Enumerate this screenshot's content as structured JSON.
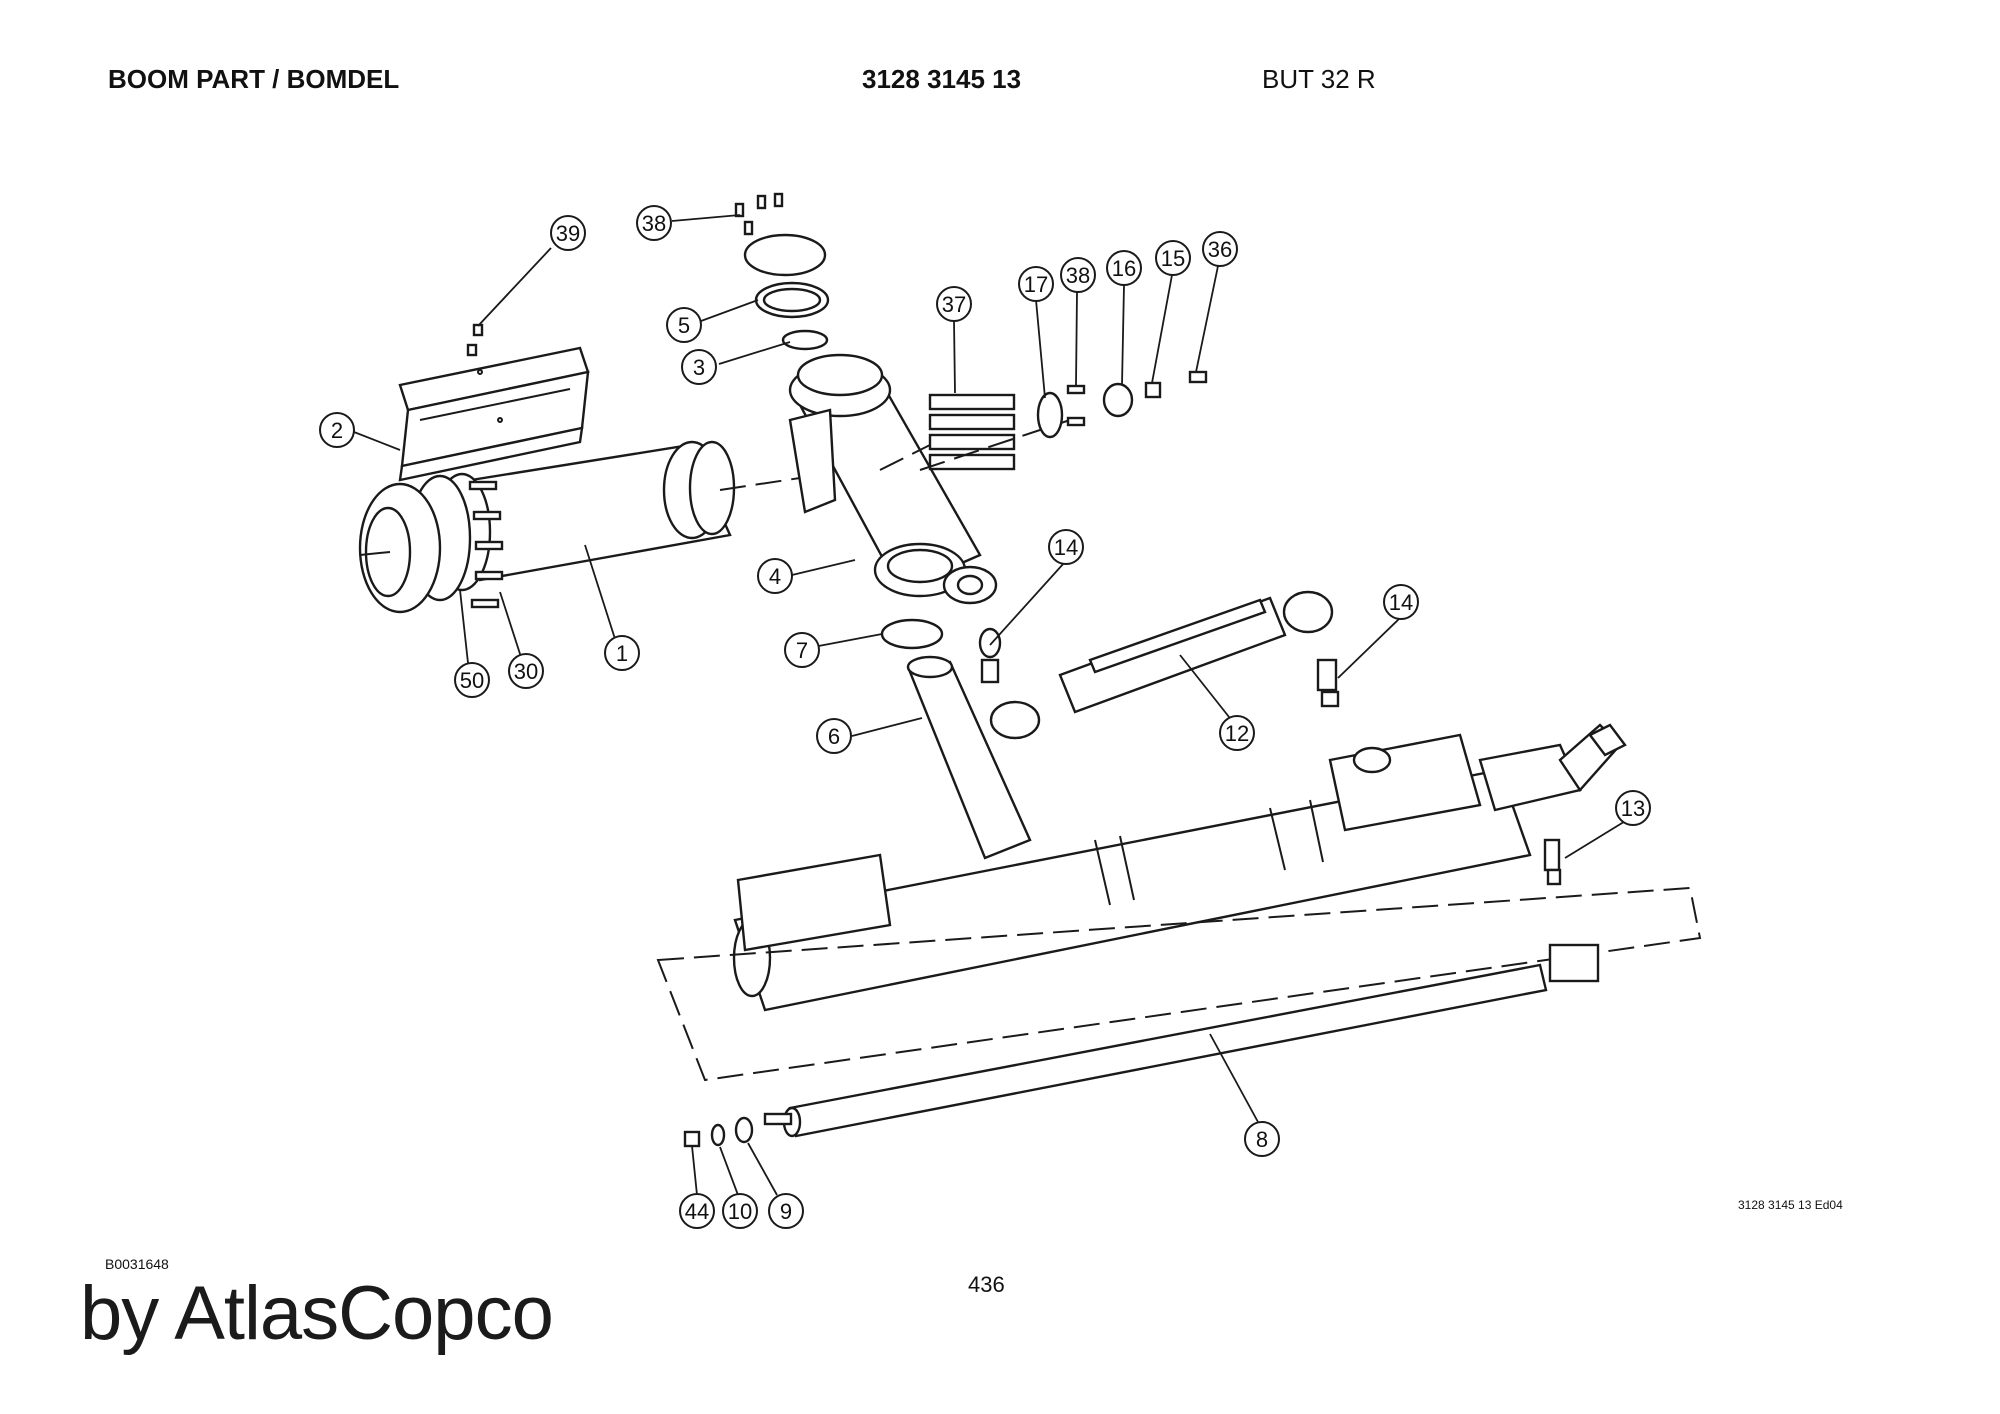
{
  "header": {
    "title": "BOOM PART / BOMDEL",
    "part_number": "3128 3145 13",
    "model": "BUT 32 R"
  },
  "drawing": {
    "edition_ref": "3128 3145 13 Ed04",
    "callouts": [
      "39",
      "38",
      "5",
      "3",
      "2",
      "37",
      "17",
      "38",
      "16",
      "15",
      "36",
      "4",
      "14",
      "14",
      "7",
      "6",
      "12",
      "50",
      "30",
      "1",
      "13",
      "8",
      "44",
      "10",
      "9"
    ]
  },
  "footer": {
    "image_id": "B0031648",
    "page_number": "436",
    "watermark": "by AtlasCopco"
  }
}
